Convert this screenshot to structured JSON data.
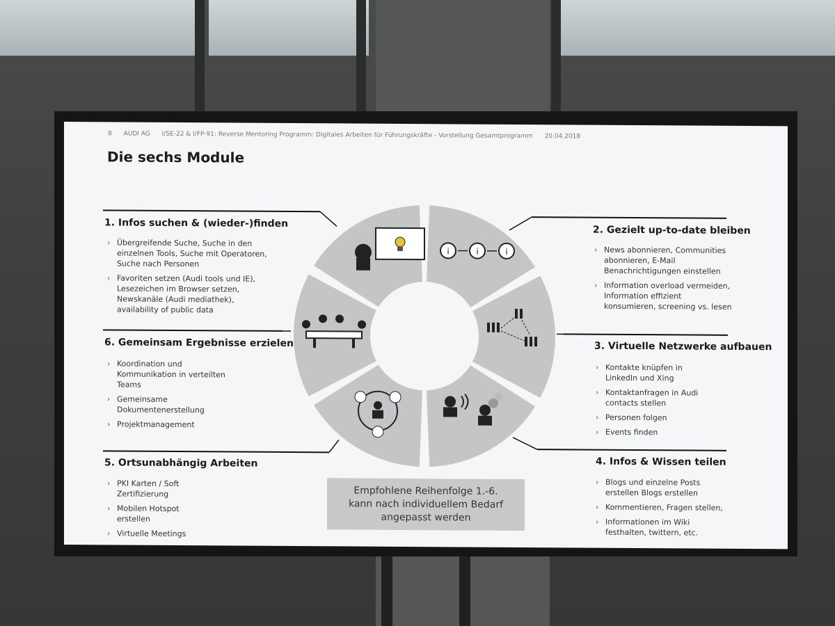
{
  "slide": {
    "page_number": "8",
    "company": "AUDI AG",
    "header_text": "I/SE-22 & I/FP-91: Reverse Mentoring Programm: Digitales Arbeiten für Führungskräfte - Vorstellung Gesamtprogramm",
    "date": "20.04.2018",
    "title": "Die sechs Module"
  },
  "modules": [
    {
      "title": "1. Infos suchen & (wieder-)finden",
      "items": [
        "Übergreifende Suche, Suche in den einzelnen Tools, Suche mit Operatoren, Suche nach Personen",
        "Favoriten setzen (Audi tools und IE), Lesezeichen im Browser setzen, Newskanäle (Audi mediathek), availability of public data"
      ]
    },
    {
      "title": "2. Gezielt up-to-date bleiben",
      "items": [
        "News abonnieren, Communities abonnieren, E-Mail Benachrichtigungen einstellen",
        "Information overload vermeiden, Information effizient konsumieren, screening vs. lesen"
      ]
    },
    {
      "title": "3. Virtuelle Netzwerke aufbauen",
      "items": [
        "Kontakte knüpfen in LinkedIn und Xing",
        "Kontaktanfragen in Audi contacts stellen",
        "Personen folgen",
        "Events finden"
      ]
    },
    {
      "title": "4. Infos & Wissen teilen",
      "items": [
        "Blogs und einzelne Posts erstellen Blogs erstellen",
        "Kommentieren, Fragen stellen,",
        "Informationen im Wiki festhalten, twittern, etc."
      ]
    },
    {
      "title": "5. Ortsunabhängig Arbeiten",
      "items": [
        "PKI Karten / Soft Zertifizierung",
        "Mobilen Hotspot erstellen",
        "Virtuelle Meetings"
      ]
    },
    {
      "title": "6. Gemeinsam Ergebnisse erzielen",
      "items": [
        "Koordination und Kommunikation in verteilten Teams",
        "Gemeinsame Dokumentenerstellung",
        "Projektmanagement"
      ]
    }
  ],
  "recommendation": {
    "line1": "Empfohlene Reihenfolge 1.-6.",
    "line2": "kann nach individuellem Bedarf",
    "line3": "angepasst werden"
  },
  "icons": [
    "idea-presenter-icon",
    "info-exchange-icon",
    "network-people-icon",
    "sharing-people-icon",
    "remote-work-icon",
    "meeting-table-icon"
  ],
  "colors": {
    "wheel_segment": "#c3c5c7",
    "slide_bg": "#f4f6f7"
  }
}
